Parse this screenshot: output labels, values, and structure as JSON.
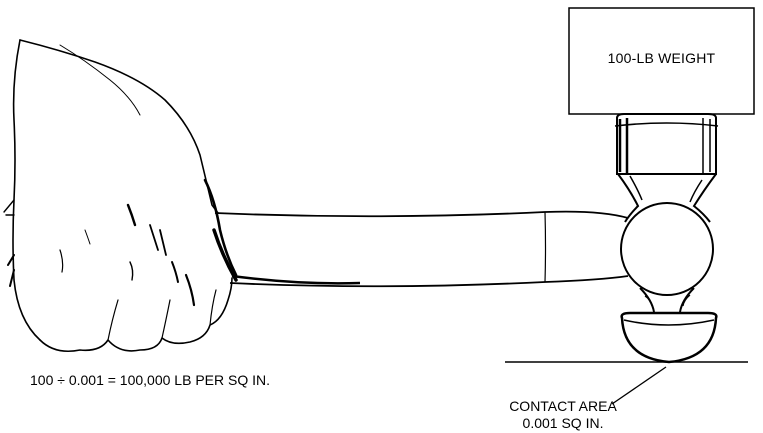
{
  "weight": {
    "label": "100-LB WEIGHT"
  },
  "formula": {
    "text": "100 ÷ 0.001 = 100,000 LB PER SQ IN."
  },
  "contact": {
    "line1": "CONTACT AREA",
    "line2": "0.001 SQ IN."
  },
  "colors": {
    "ink": "#000000",
    "paper": "#ffffff"
  }
}
